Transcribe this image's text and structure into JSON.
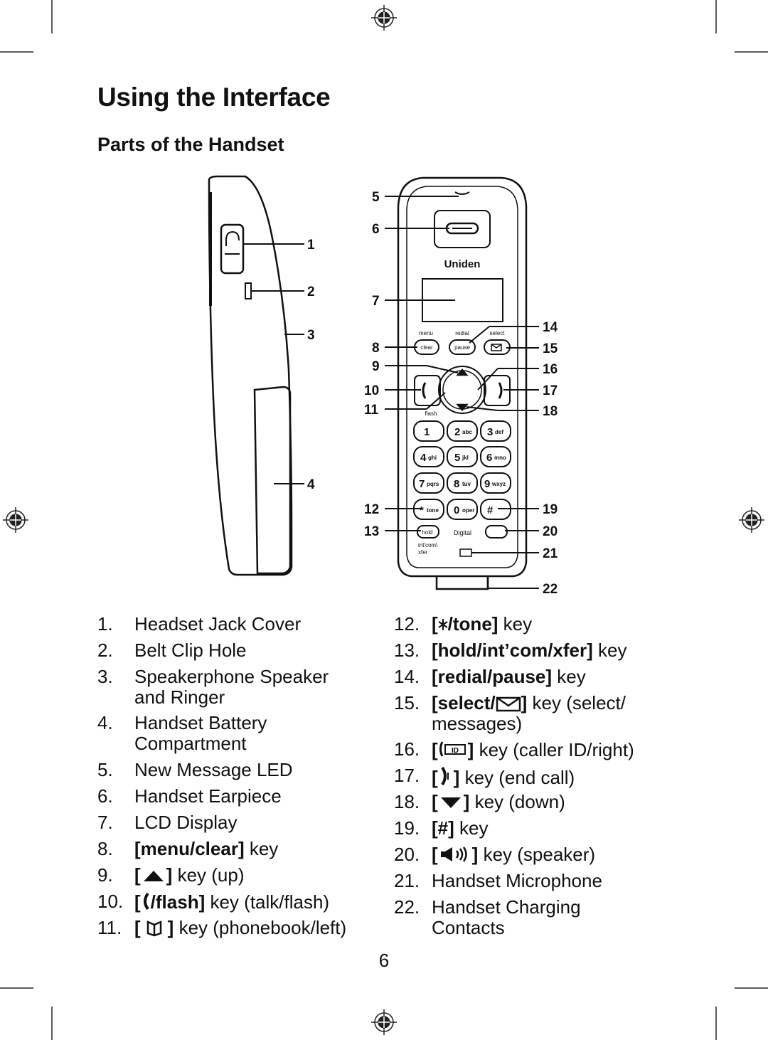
{
  "page": {
    "title": "Using the Interface",
    "subtitle": "Parts of the Handset",
    "page_number": "6"
  },
  "figure": {
    "callouts": [
      "1",
      "2",
      "3",
      "4",
      "5",
      "6",
      "7",
      "8",
      "9",
      "10",
      "11",
      "12",
      "13",
      "14",
      "15",
      "16",
      "17",
      "18",
      "19",
      "20",
      "21",
      "22"
    ],
    "brand_logo": "Uniden",
    "keys": {
      "menu": "menu",
      "redial": "redial",
      "select": "select",
      "clear": "clear",
      "pause": "pause",
      "flash": "flash",
      "k1": "1",
      "k2": "2",
      "k2s": "abc",
      "k3": "3",
      "k3s": "def",
      "k4": "4",
      "k4s": "ghi",
      "k5": "5",
      "k5s": "jkl",
      "k6": "6",
      "k6s": "mno",
      "k7": "7",
      "k7s": "pqrs",
      "k8": "8",
      "k8s": "tuv",
      "k9": "9",
      "k9s": "wxyz",
      "kstar_s": "tone",
      "k0": "0",
      "k0s": "oper",
      "khash": "#",
      "hold": "hold",
      "digital": "Digital",
      "intcom1": "int'com\\",
      "intcom2": "xfer"
    }
  },
  "parts_left": [
    {
      "num": "1.",
      "text": "Headset Jack Cover"
    },
    {
      "num": "2.",
      "text": "Belt Clip Hole"
    },
    {
      "num": "3.",
      "text": "Speakerphone Speaker",
      "text2": "and Ringer"
    },
    {
      "num": "4.",
      "text": "Handset Battery",
      "text2": "Compartment"
    },
    {
      "num": "5.",
      "text": "New Message LED"
    },
    {
      "num": "6.",
      "text": "Handset Earpiece"
    },
    {
      "num": "7.",
      "text": "LCD Display"
    },
    {
      "num": "8.",
      "bold": "[menu/clear]",
      "text": " key"
    },
    {
      "num": "9.",
      "bold_open": "[",
      "icon": "up-arrow-icon",
      "bold_close": "]",
      "text": " key (up)"
    },
    {
      "num": "10.",
      "bold_open": "[",
      "icon": "talk-icon",
      "bold": "/flash]",
      "text": " key (talk/flash)"
    },
    {
      "num": "11.",
      "bold_open": "[",
      "icon": "phonebook-icon",
      "bold_close": "]",
      "text": " key (phonebook/left)"
    }
  ],
  "parts_right": [
    {
      "num": "12.",
      "bold_open": "[",
      "icon": "star-icon",
      "bold": "/tone]",
      "text": " key"
    },
    {
      "num": "13.",
      "bold": "[hold/int’com/xfer]",
      "text": " key"
    },
    {
      "num": "14.",
      "bold": "[redial/pause]",
      "text": " key"
    },
    {
      "num": "15.",
      "bold": "[select/",
      "icon": "envelope-icon",
      "bold_close": "]",
      "text": " key (select/",
      "text2": "messages)"
    },
    {
      "num": "16.",
      "bold_open": "[",
      "icon": "caller-id-icon",
      "bold_close": "]",
      "text": " key (caller ID/right)"
    },
    {
      "num": "17.",
      "bold_open": "[",
      "icon": "end-call-icon",
      "bold_close": "]",
      "text": " key (end call)"
    },
    {
      "num": "18.",
      "bold_open": "[",
      "icon": "down-arrow-icon",
      "bold_close": "]",
      "text": " key (down)"
    },
    {
      "num": "19.",
      "bold": "[#]",
      "text": " key"
    },
    {
      "num": "20.",
      "bold_open": "[",
      "icon": "speaker-icon",
      "bold_close": "]",
      "text": " key (speaker)"
    },
    {
      "num": "21.",
      "text": "Handset Microphone"
    },
    {
      "num": "22.",
      "text": "Handset Charging",
      "text2": "Contacts"
    }
  ]
}
